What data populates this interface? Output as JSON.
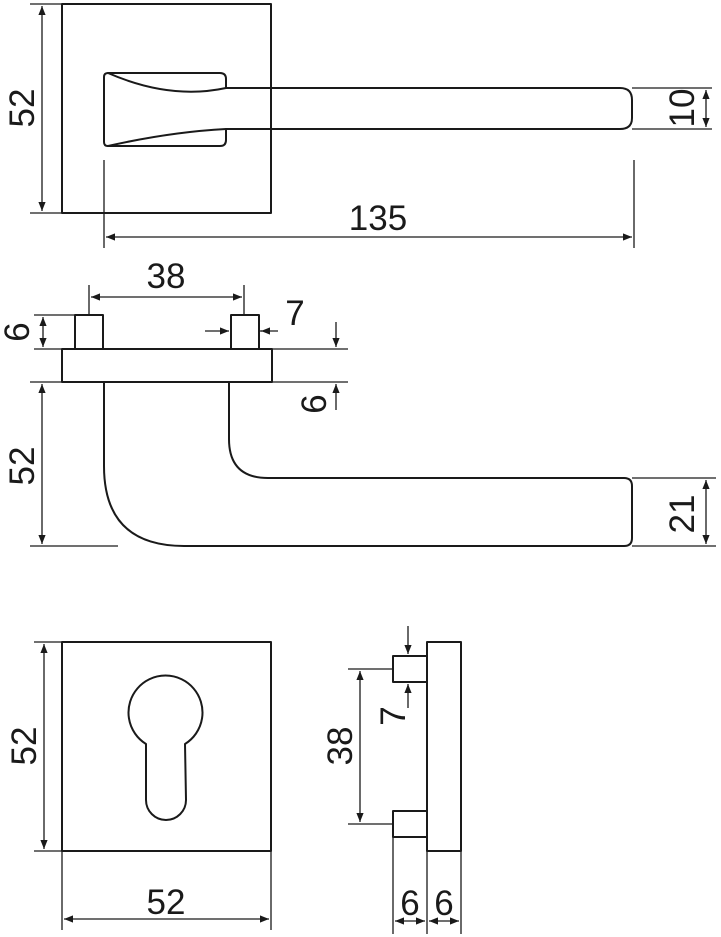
{
  "dimensions": {
    "view1_rose_height": "52",
    "view1_lever_thickness": "10",
    "view1_lever_length": "135",
    "view2_pin_spacing": "38",
    "view2_pin_width": "7",
    "view2_pin_height": "6",
    "view2_rose_thickness": "6",
    "view2_lever_drop": "52",
    "view2_lever_height": "21",
    "view3_rose_height": "52",
    "view3_rose_width": "52",
    "view4_pin_spacing": "38",
    "view4_pin_width": "7",
    "view4_pin_depth": "6",
    "view4_rose_depth": "6"
  }
}
